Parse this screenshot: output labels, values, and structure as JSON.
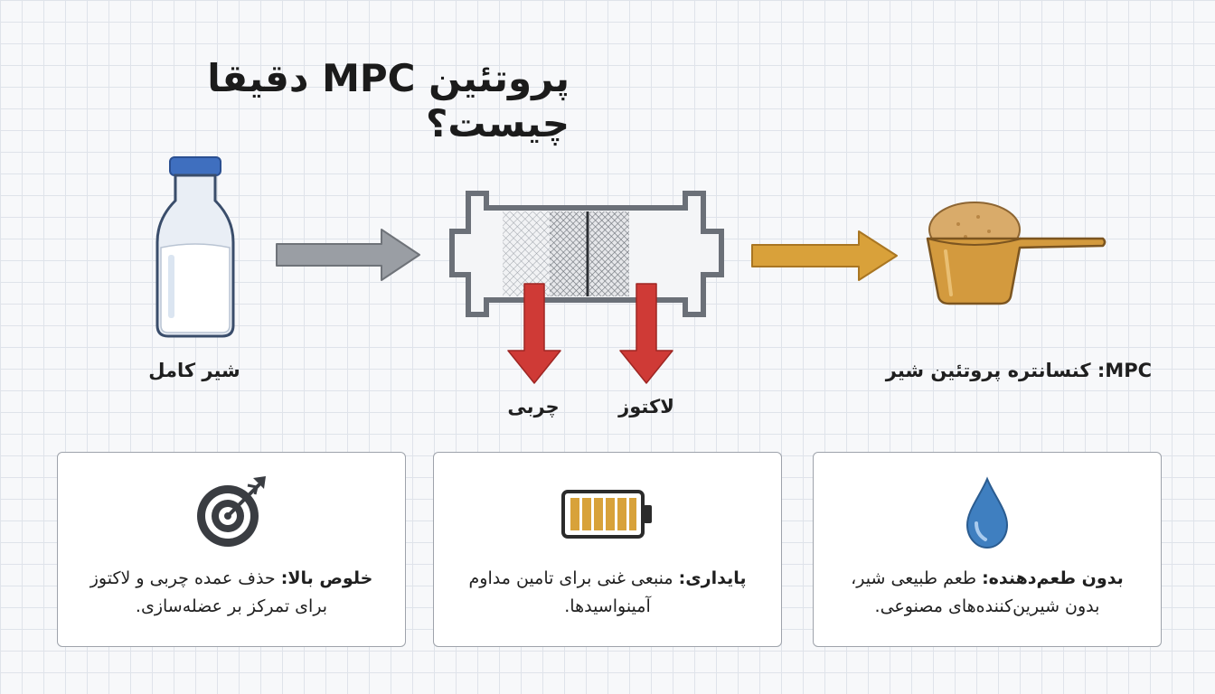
{
  "title": "پروتئین MPC دقیقا چیست؟",
  "flow": {
    "milk_label": "شیر کامل",
    "fat_label": "چربی",
    "lactose_label": "لاکتوز",
    "product_label": "MPC: کنسانتره پروتئین شیر"
  },
  "colors": {
    "gray_arrow": "#9a9ea4",
    "gold": "#d9a13a",
    "red": "#cf3a36",
    "blue_drop": "#3f7fc0",
    "battery_bar": "#d8a23a",
    "bottle_cap": "#3f6fbf"
  },
  "cards": [
    {
      "icon": "water-drop-icon",
      "bold": "بدون طعم‌دهنده:",
      "text": " طعم طبیعی شیر، بدون شیرین‌کننده‌های مصنوعی."
    },
    {
      "icon": "battery-icon",
      "bold": "پایداری:",
      "text": " منبعی غنی برای تامین مداوم آمینواسیدها."
    },
    {
      "icon": "target-icon",
      "bold": "خلوص بالا:",
      "text": " حذف عمده چربی و لاکتوز برای تمرکز بر عضله‌سازی."
    }
  ]
}
